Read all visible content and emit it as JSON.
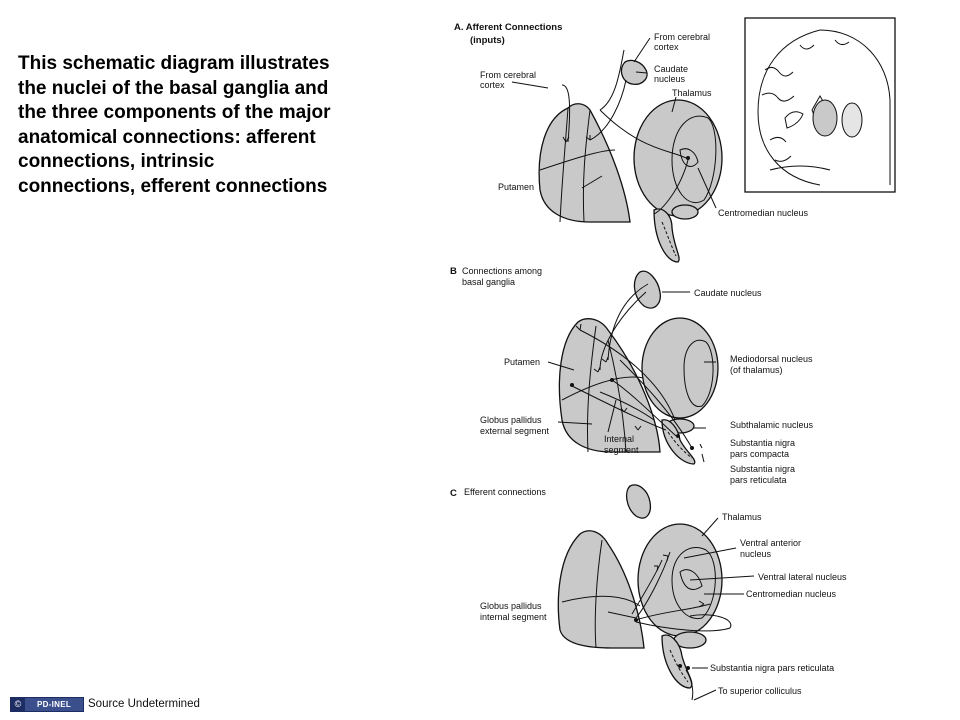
{
  "caption": {
    "lines": [
      "This schematic diagram illustrates",
      "the nuclei of the basal ganglia and",
      "the three components of the major",
      "anatomical connections: afferent",
      "connections, intrinsic",
      "connections, efferent connections"
    ]
  },
  "panel_a": {
    "title": "A. Afferent Connections",
    "subtitle": "(inputs)",
    "labels": {
      "from_cortex_right_1": "From cerebral",
      "from_cortex_right_2": "cortex",
      "from_cortex_left_1": "From cerebral",
      "from_cortex_left_2": "cortex",
      "caudate_1": "Caudate",
      "caudate_2": "nucleus",
      "thalamus": "Thalamus",
      "putamen": "Putamen",
      "centromedian": "Centromedian nucleus"
    }
  },
  "panel_b": {
    "title_letter": "B",
    "title_1": "Connections among",
    "title_2": "basal ganglia",
    "labels": {
      "caudate": "Caudate nucleus",
      "putamen": "Putamen",
      "mediodorsal_1": "Mediodorsal nucleus",
      "mediodorsal_2": "(of thalamus)",
      "gp_ext_1": "Globus pallidus",
      "gp_ext_2": "external segment",
      "internal_1": "Internal",
      "internal_2": "segment",
      "subthalamic": "Subthalamic nucleus",
      "sn_compacta_1": "Substantia nigra",
      "sn_compacta_2": "pars compacta",
      "sn_reticulata_1": "Substantia nigra",
      "sn_reticulata_2": "pars reticulata"
    }
  },
  "panel_c": {
    "title_letter": "C",
    "title": "Efferent connections",
    "labels": {
      "thalamus": "Thalamus",
      "ventral_anterior_1": "Ventral anterior",
      "ventral_anterior_2": "nucleus",
      "ventral_lateral": "Ventral lateral nucleus",
      "centromedian": "Centromedian nucleus",
      "gp_int_1": "Globus pallidus",
      "gp_int_2": "internal segment",
      "sn_reticulata": "Substantia nigra pars reticulata",
      "superior_colliculus": "To superior colliculus"
    }
  },
  "footer": {
    "badge_symbol": "©",
    "badge_text": "PD-INEL",
    "source": "Source Undetermined"
  }
}
